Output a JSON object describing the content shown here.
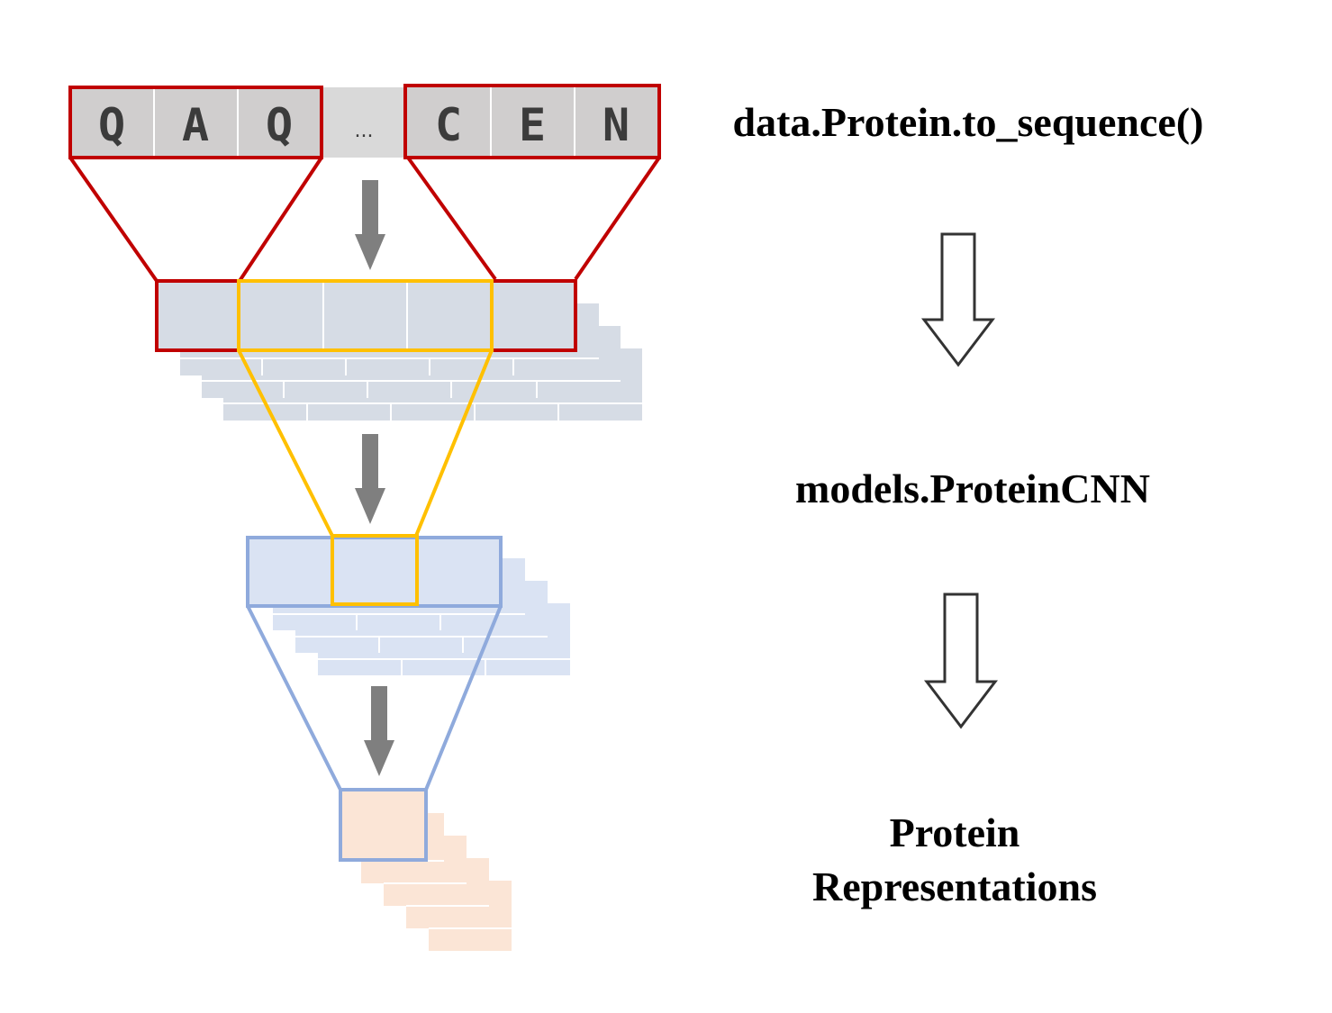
{
  "sequence": {
    "residues_left": [
      "Q",
      "A",
      "Q"
    ],
    "ellipsis": "...",
    "residues_right": [
      "C",
      "E",
      "N"
    ]
  },
  "labels": {
    "step1": "data.Protein.to_sequence()",
    "step2": "models.ProteinCNN",
    "step3_line1": "Protein",
    "step3_line2": "Representations"
  },
  "colors": {
    "kernel_red": "#c00000",
    "kernel_yellow": "#ffc000",
    "kernel_blue": "#8faadc",
    "cell_gray": "#d0cece",
    "layer1_fill": "#d6dce5",
    "layer2_fill": "#dae3f3",
    "output_fill": "#fbe5d6",
    "arrow_gray": "#7f7f7f"
  },
  "icons": {
    "down_arrow_filled": "down-arrow-icon",
    "down_arrow_outline": "outline-down-arrow-icon"
  }
}
